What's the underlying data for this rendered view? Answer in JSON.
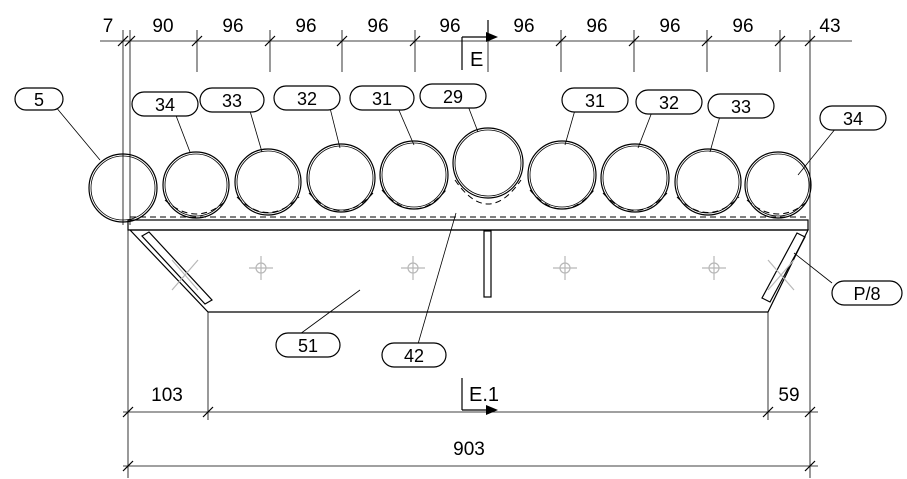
{
  "top_dimensions": [
    "7",
    "90",
    "96",
    "96",
    "96",
    "96",
    "96",
    "96",
    "96",
    "96",
    "43"
  ],
  "bottom_dimensions": [
    "103",
    "59"
  ],
  "overall_dimension": "903",
  "section_marks": {
    "top": "E",
    "bottom": "E.1"
  },
  "pipe_labels": [
    "5",
    "34",
    "33",
    "32",
    "31",
    "29",
    "31",
    "32",
    "33",
    "34"
  ],
  "part_labels": {
    "beam": "42",
    "plate": "51",
    "stiffener": "P/8"
  }
}
